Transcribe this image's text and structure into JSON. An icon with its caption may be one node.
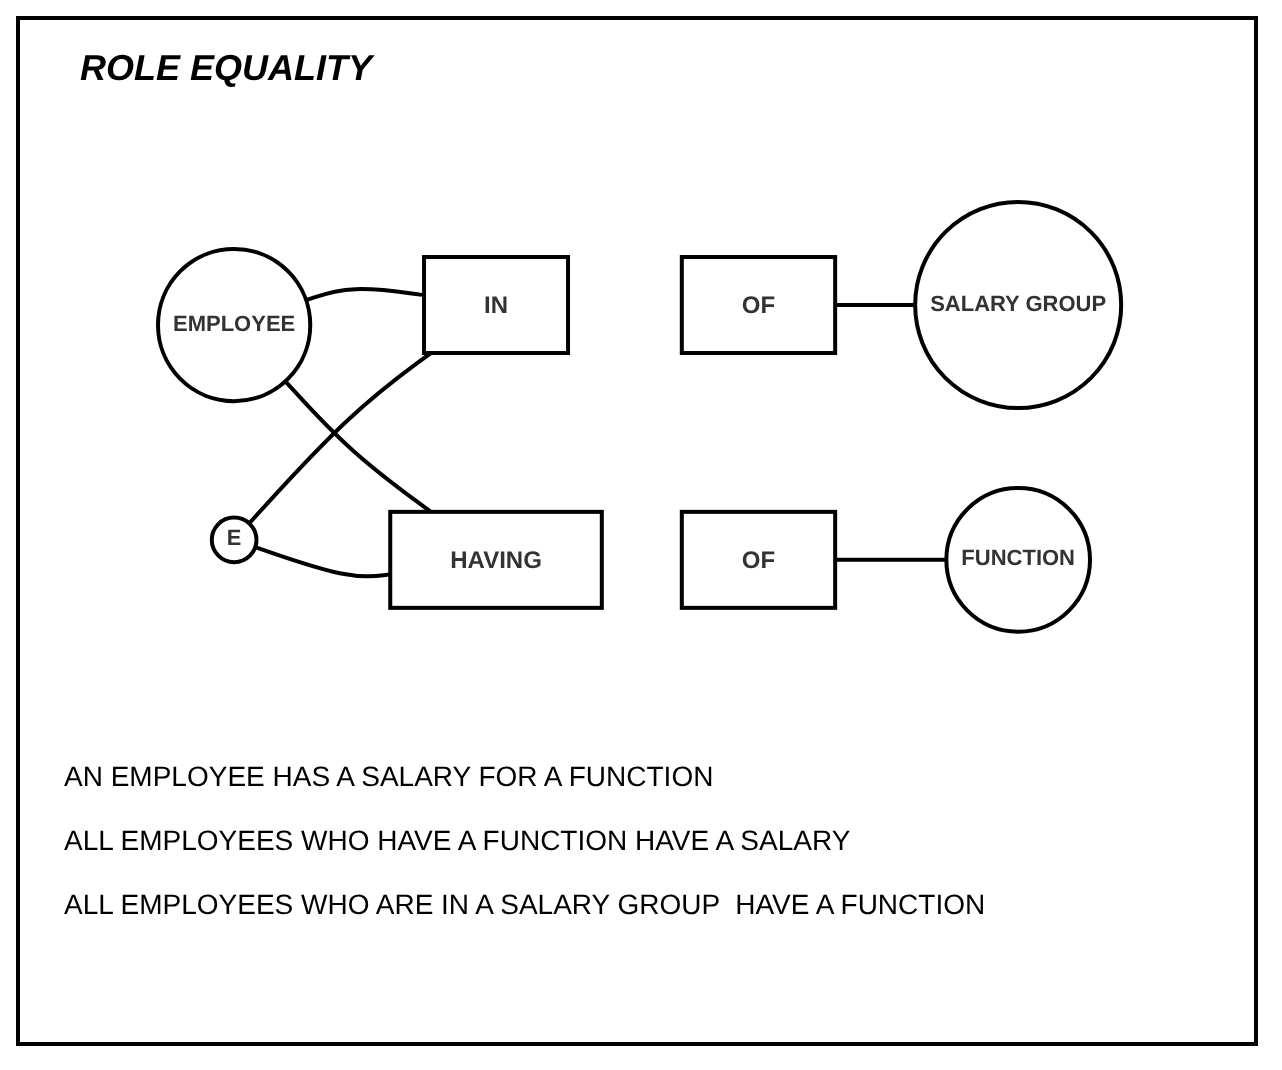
{
  "diagram": {
    "title": "ROLE EQUALITY",
    "nodes": [
      {
        "text": [
          "EMPLOYEE"
        ]
      },
      {
        "text": [
          "IN"
        ]
      },
      {
        "text": [
          "OF"
        ]
      },
      {
        "text": [
          "SALARY GROUP"
        ]
      },
      {
        "text": [
          "E"
        ]
      },
      {
        "text": [
          "HAVING"
        ]
      },
      {
        "text": [
          "OF"
        ]
      },
      {
        "text": [
          "FUNCTION"
        ]
      }
    ],
    "edges": [
      {
        "from": 0,
        "to": 1,
        "arrow": "none"
      },
      {
        "from": 0,
        "to": 5,
        "arrow": "none"
      },
      {
        "from": 2,
        "to": 3,
        "arrow": "none"
      },
      {
        "from": 6,
        "to": 7,
        "arrow": "none"
      },
      {
        "from": 4,
        "to": 1,
        "arrow": "none"
      },
      {
        "from": 4,
        "to": 5,
        "arrow": "none"
      }
    ],
    "labels": [
      "AN EMPLOYEE HAS A SALARY FOR A FUNCTION",
      "ALL EMPLOYEES WHO HAVE A FUNCTION HAVE A SALARY",
      "ALL EMPLOYEES WHO ARE IN A SALARY GROUP  HAVE A FUNCTION"
    ]
  }
}
